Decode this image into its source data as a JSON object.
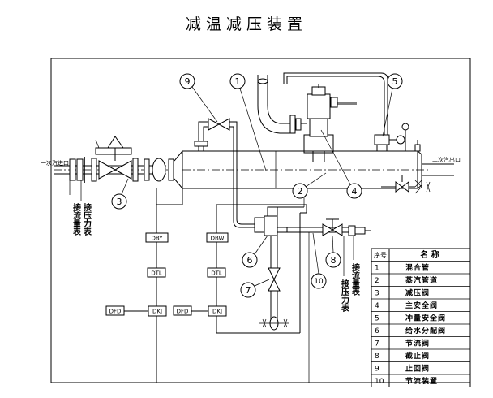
{
  "title": "减温减压装置",
  "inlet_label": "一次汽进口",
  "outlet_label": "二次汽出口",
  "instruments": {
    "dby": "DBY",
    "dtl_left": "DTL",
    "dfd_left": "DFD",
    "dkj_left": "DKJ",
    "dbw": "DBW",
    "dtl_right": "DTL",
    "dfd_right": "DFD",
    "dkj_right": "DKJ"
  },
  "callouts": {
    "c1": "1",
    "c2": "2",
    "c3": "3",
    "c4": "4",
    "c5": "5",
    "c6": "6",
    "c7": "7",
    "c8": "8",
    "c9": "9",
    "c10": "10"
  },
  "vertical_labels": {
    "left_a": "接流量表",
    "left_b": "接压力表",
    "right_a": "接压力表",
    "right_b": "接流量表"
  },
  "legend": {
    "header_no": "序号",
    "header_name": "名  称",
    "rows": [
      {
        "no": "1",
        "name": "混合管"
      },
      {
        "no": "2",
        "name": "蒸汽管道"
      },
      {
        "no": "3",
        "name": "减压阀"
      },
      {
        "no": "4",
        "name": "主安全阀"
      },
      {
        "no": "5",
        "name": "冲量安全阀"
      },
      {
        "no": "6",
        "name": "给水分配阀"
      },
      {
        "no": "7",
        "name": "节流阀"
      },
      {
        "no": "8",
        "name": "截止阀"
      },
      {
        "no": "9",
        "name": "止回阀"
      },
      {
        "no": "10",
        "name": "节流装置"
      }
    ]
  }
}
